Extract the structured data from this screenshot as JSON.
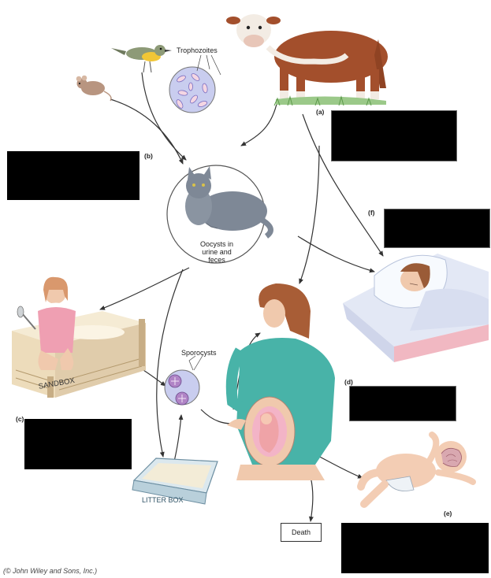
{
  "labels": {
    "a": "(a)",
    "b": "(b)",
    "c": "(c)",
    "d": "(d)",
    "e": "(e)",
    "f": "(f)"
  },
  "trophozoites": "Trophozoites",
  "oocysts": [
    "Oocysts in",
    "urine and",
    "feces"
  ],
  "sporocysts": "Sporocysts",
  "sandbox": "SANDBOX",
  "litterbox": "LITTER BOX",
  "death": "Death",
  "credit": "(© John Wiley and Sons, Inc.)",
  "colors": {
    "arrow": "#333333",
    "cyst_fill": "#c9cdef",
    "cat_circle_stroke": "#555555",
    "cow": "#a34f2c",
    "mother_sweater": "#48b3a8",
    "cat": "#7e8896"
  }
}
